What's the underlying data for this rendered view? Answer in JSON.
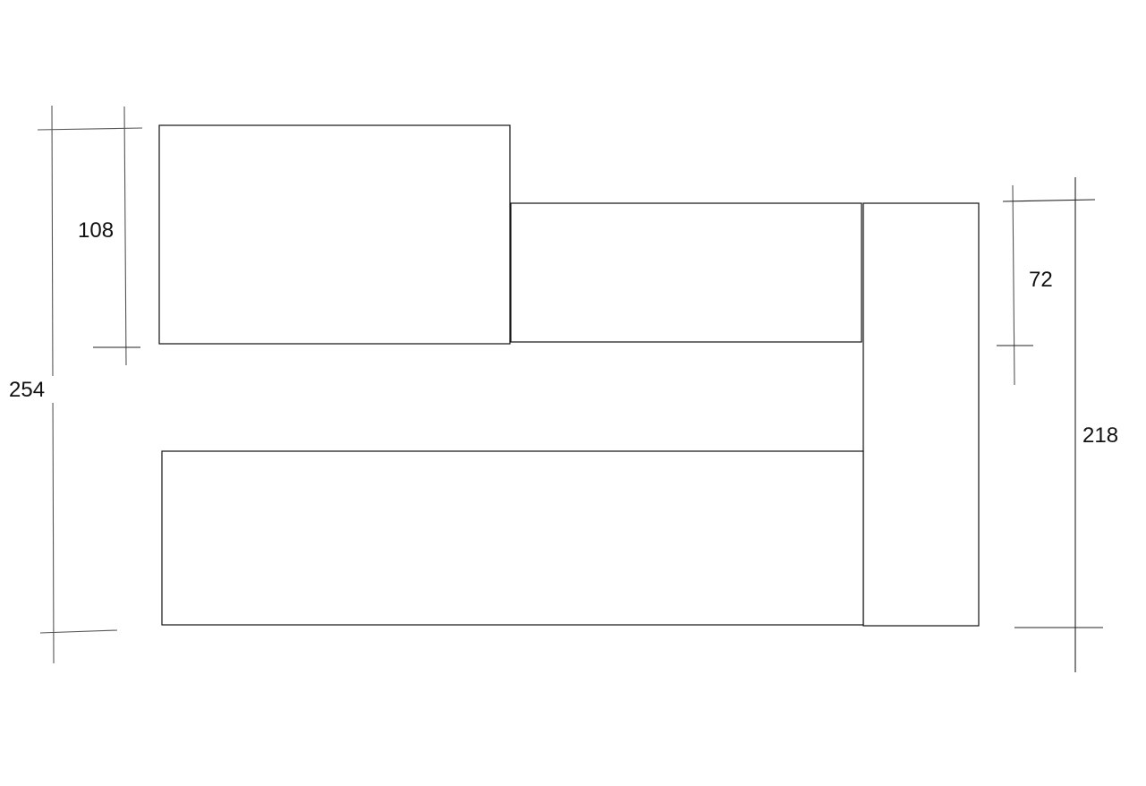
{
  "diagram": {
    "dimensions": {
      "left_overall": "254",
      "left_upper": "108",
      "right_overall": "218",
      "right_upper": "72"
    },
    "colors": {
      "background": "#ffffff",
      "outline": "#111111",
      "dimension_line": "#555555"
    }
  }
}
